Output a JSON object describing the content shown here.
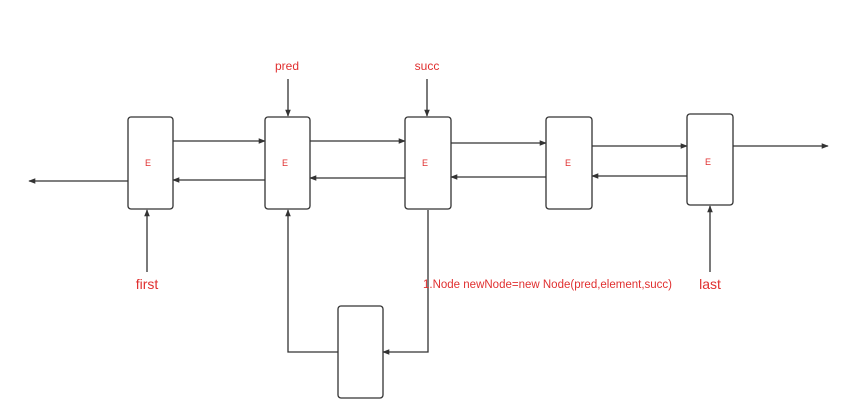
{
  "colors": {
    "accent": "#e03030",
    "stroke": "#333333"
  },
  "nodes": [
    {
      "label": "E"
    },
    {
      "label": "E"
    },
    {
      "label": "E"
    },
    {
      "label": "E"
    },
    {
      "label": "E"
    },
    {
      "label": ""
    }
  ],
  "pointers": {
    "pred": "pred",
    "succ": "succ",
    "first": "first",
    "last": "last"
  },
  "annotation": "1.Node newNode=new Node(pred,element,succ)"
}
